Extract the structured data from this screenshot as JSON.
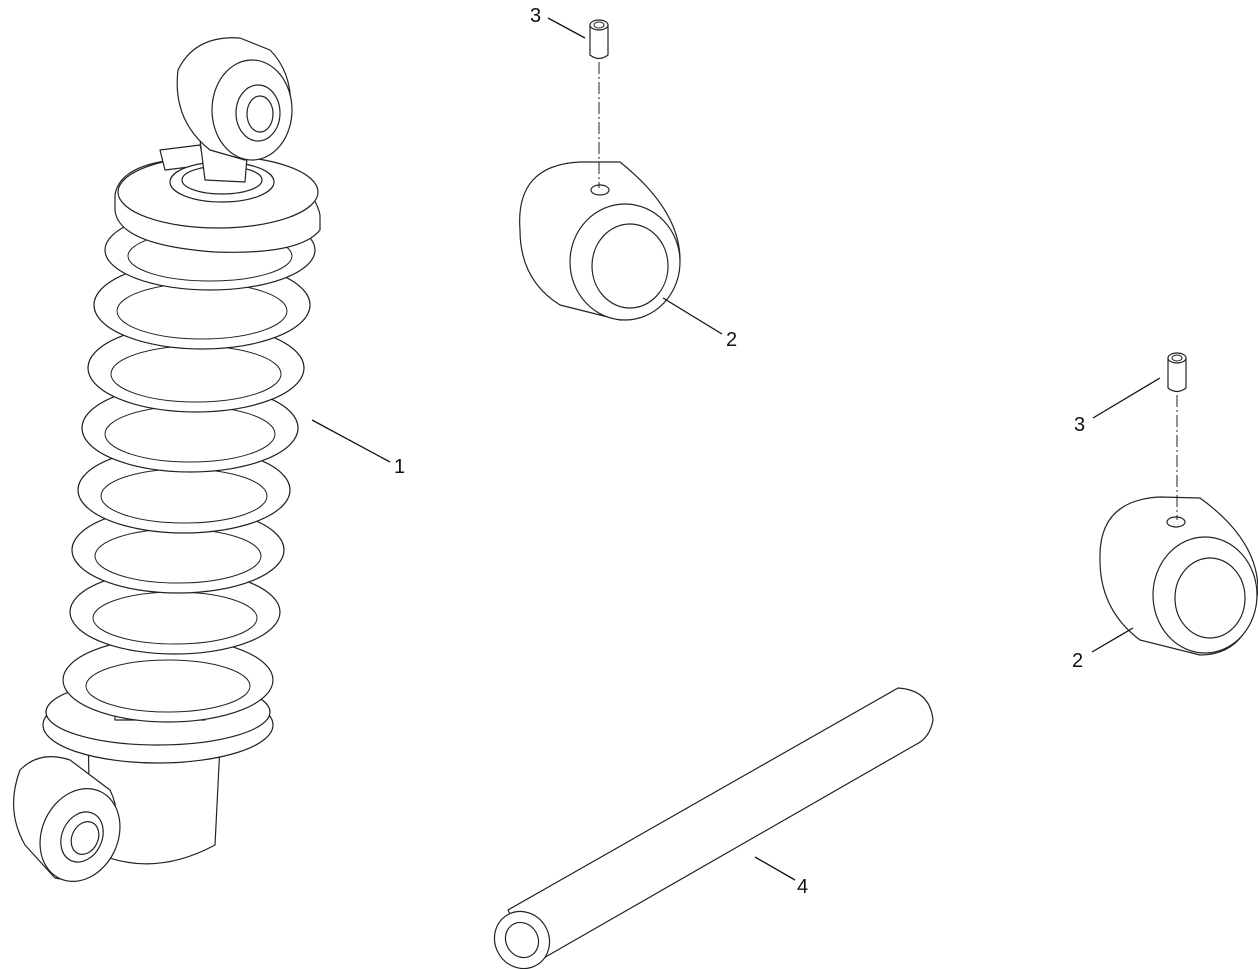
{
  "diagram": {
    "callouts": [
      {
        "id": "callout-1",
        "label": "1"
      },
      {
        "id": "callout-2-top",
        "label": "2"
      },
      {
        "id": "callout-3-top",
        "label": "3"
      },
      {
        "id": "callout-2-right",
        "label": "2"
      },
      {
        "id": "callout-3-right",
        "label": "3"
      },
      {
        "id": "callout-4",
        "label": "4"
      }
    ]
  },
  "colors": {
    "line": "#222222",
    "background": "#ffffff"
  }
}
